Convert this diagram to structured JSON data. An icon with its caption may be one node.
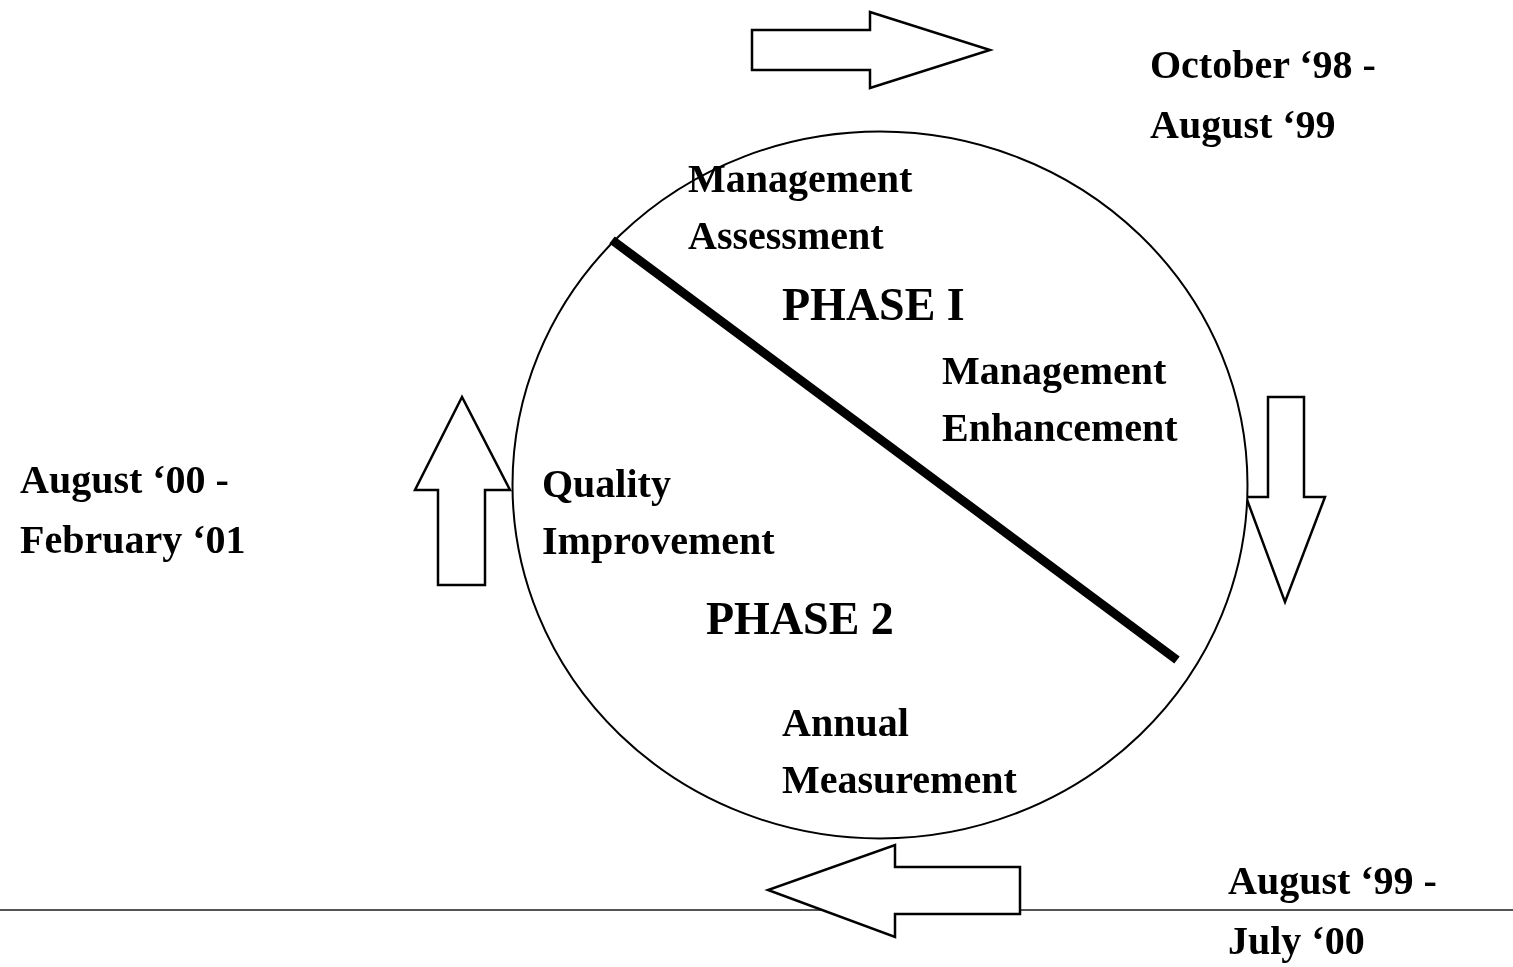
{
  "diagram": {
    "nodes": [
      {
        "text": [
          "Management Assessment",
          "PHASE I",
          "Management Enhancement",
          "Quality Improvement",
          "PHASE 2",
          "Annual Measurement"
        ]
      }
    ],
    "labels": [
      "October ‘98 - August ‘99",
      "August ‘00 - February ‘01",
      "August ‘99 - July ‘00"
    ]
  }
}
